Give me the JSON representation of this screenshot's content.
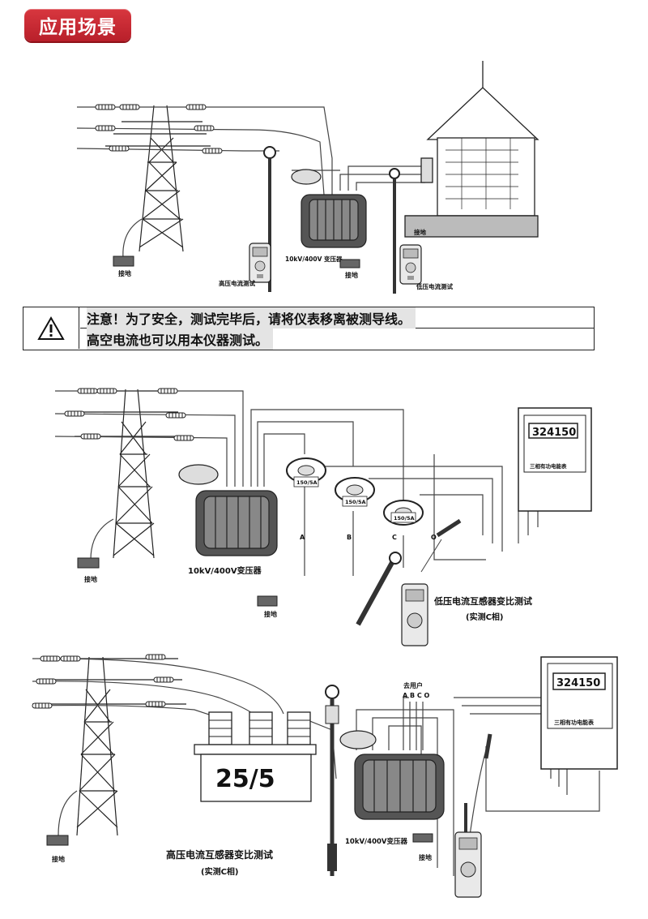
{
  "header": {
    "title": "应用场景"
  },
  "scene1": {
    "ground_label_tower": "接地",
    "ground_label_transformer": "接地",
    "ground_label_house": "接地",
    "transformer_label": "10kV/400V 变压器",
    "hv_test_label": "高压电流测试",
    "lv_test_label": "低压电流测试"
  },
  "notice": {
    "line1": "注意！为了安全，测试完毕后，请将仪表移离被测导线。",
    "line2": "高空电流也可以用本仪器测试。"
  },
  "scene2": {
    "ct_ratio_a": "150/5A",
    "ct_ratio_b": "150/5A",
    "ct_ratio_c": "150/5A",
    "phase_a": "A",
    "phase_b": "B",
    "phase_c": "C",
    "phase_o": "O",
    "meter_reading": "324150",
    "meter_label": "三相有功电能表",
    "transformer_label": "10kV/400V变压器",
    "ground_label_tower": "接地",
    "ground_label_transformer": "接地",
    "test_title": "低压电流互感器变比测试",
    "test_subtitle": "(实测C相)"
  },
  "scene3": {
    "ct_ratio": "25/5",
    "user_label": "去用户",
    "phases": "A B C O",
    "meter_reading": "324150",
    "meter_label": "三相有功电能表",
    "transformer_label": "10kV/400V变压器",
    "ground_label_tower": "接地",
    "ground_label_transformer": "接地",
    "test_title": "高压电流互感器变比测试",
    "test_subtitle": "(实测C相)"
  }
}
